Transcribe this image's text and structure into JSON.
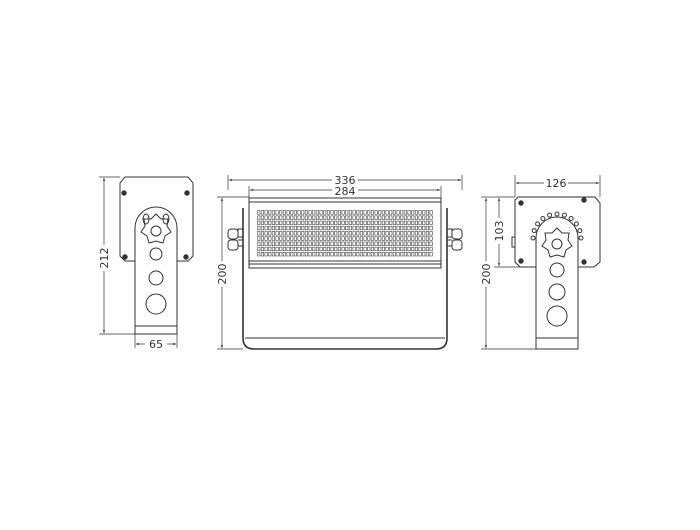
{
  "diagram": {
    "type": "technical-dimension-drawing",
    "line_color": "#333333",
    "views": {
      "left_side": {
        "height_label": "212",
        "base_width_label": "65"
      },
      "front": {
        "overall_width_label": "336",
        "panel_width_label": "284",
        "height_label": "200",
        "led_grid": {
          "rows": 9,
          "columns": 48
        }
      },
      "right_side": {
        "width_label": "126",
        "housing_height_label": "103",
        "overall_height_label": "200"
      }
    }
  }
}
